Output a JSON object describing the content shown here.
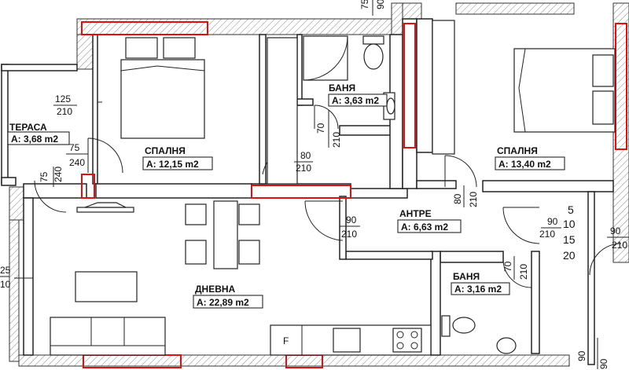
{
  "rooms": {
    "terrace": {
      "name": "ТЕРАСА",
      "area": "A: 3,68 m2"
    },
    "bedroom1": {
      "name": "СПАЛНЯ",
      "area": "A: 12,15 m2"
    },
    "bath1": {
      "name": "БАНЯ",
      "area": "A: 3,63 m2"
    },
    "bedroom2": {
      "name": "СПАЛНЯ",
      "area": "A: 13,40 m2"
    },
    "hall": {
      "name": "АНТРЕ",
      "area": "A: 6,63 m2"
    },
    "living": {
      "name": "ДНЕВНА",
      "area": "A: 22,89 m2"
    },
    "bath2": {
      "name": "БАНЯ",
      "area": "A: 3,16 m2"
    }
  },
  "dims": {
    "w125": "125",
    "w210a": "210",
    "t75": "75",
    "t240": "240",
    "t75b": "75",
    "t240b": "240",
    "d80": "80",
    "d210": "210",
    "d70": "70",
    "d210b": "210",
    "d90": "90",
    "d210c": "210",
    "d80b": "80",
    "d210d": "210",
    "d90b": "90",
    "d210e": "210",
    "d70b": "70",
    "d210f": "210",
    "d90c": "90",
    "d90d": "90",
    "d210g": "210",
    "top75": "75",
    "top90": "90",
    "left25": "25",
    "left10": "10",
    "bot90": "90"
  },
  "scale": [
    "5",
    "10",
    "15",
    "20"
  ],
  "kitchen_f": "F"
}
